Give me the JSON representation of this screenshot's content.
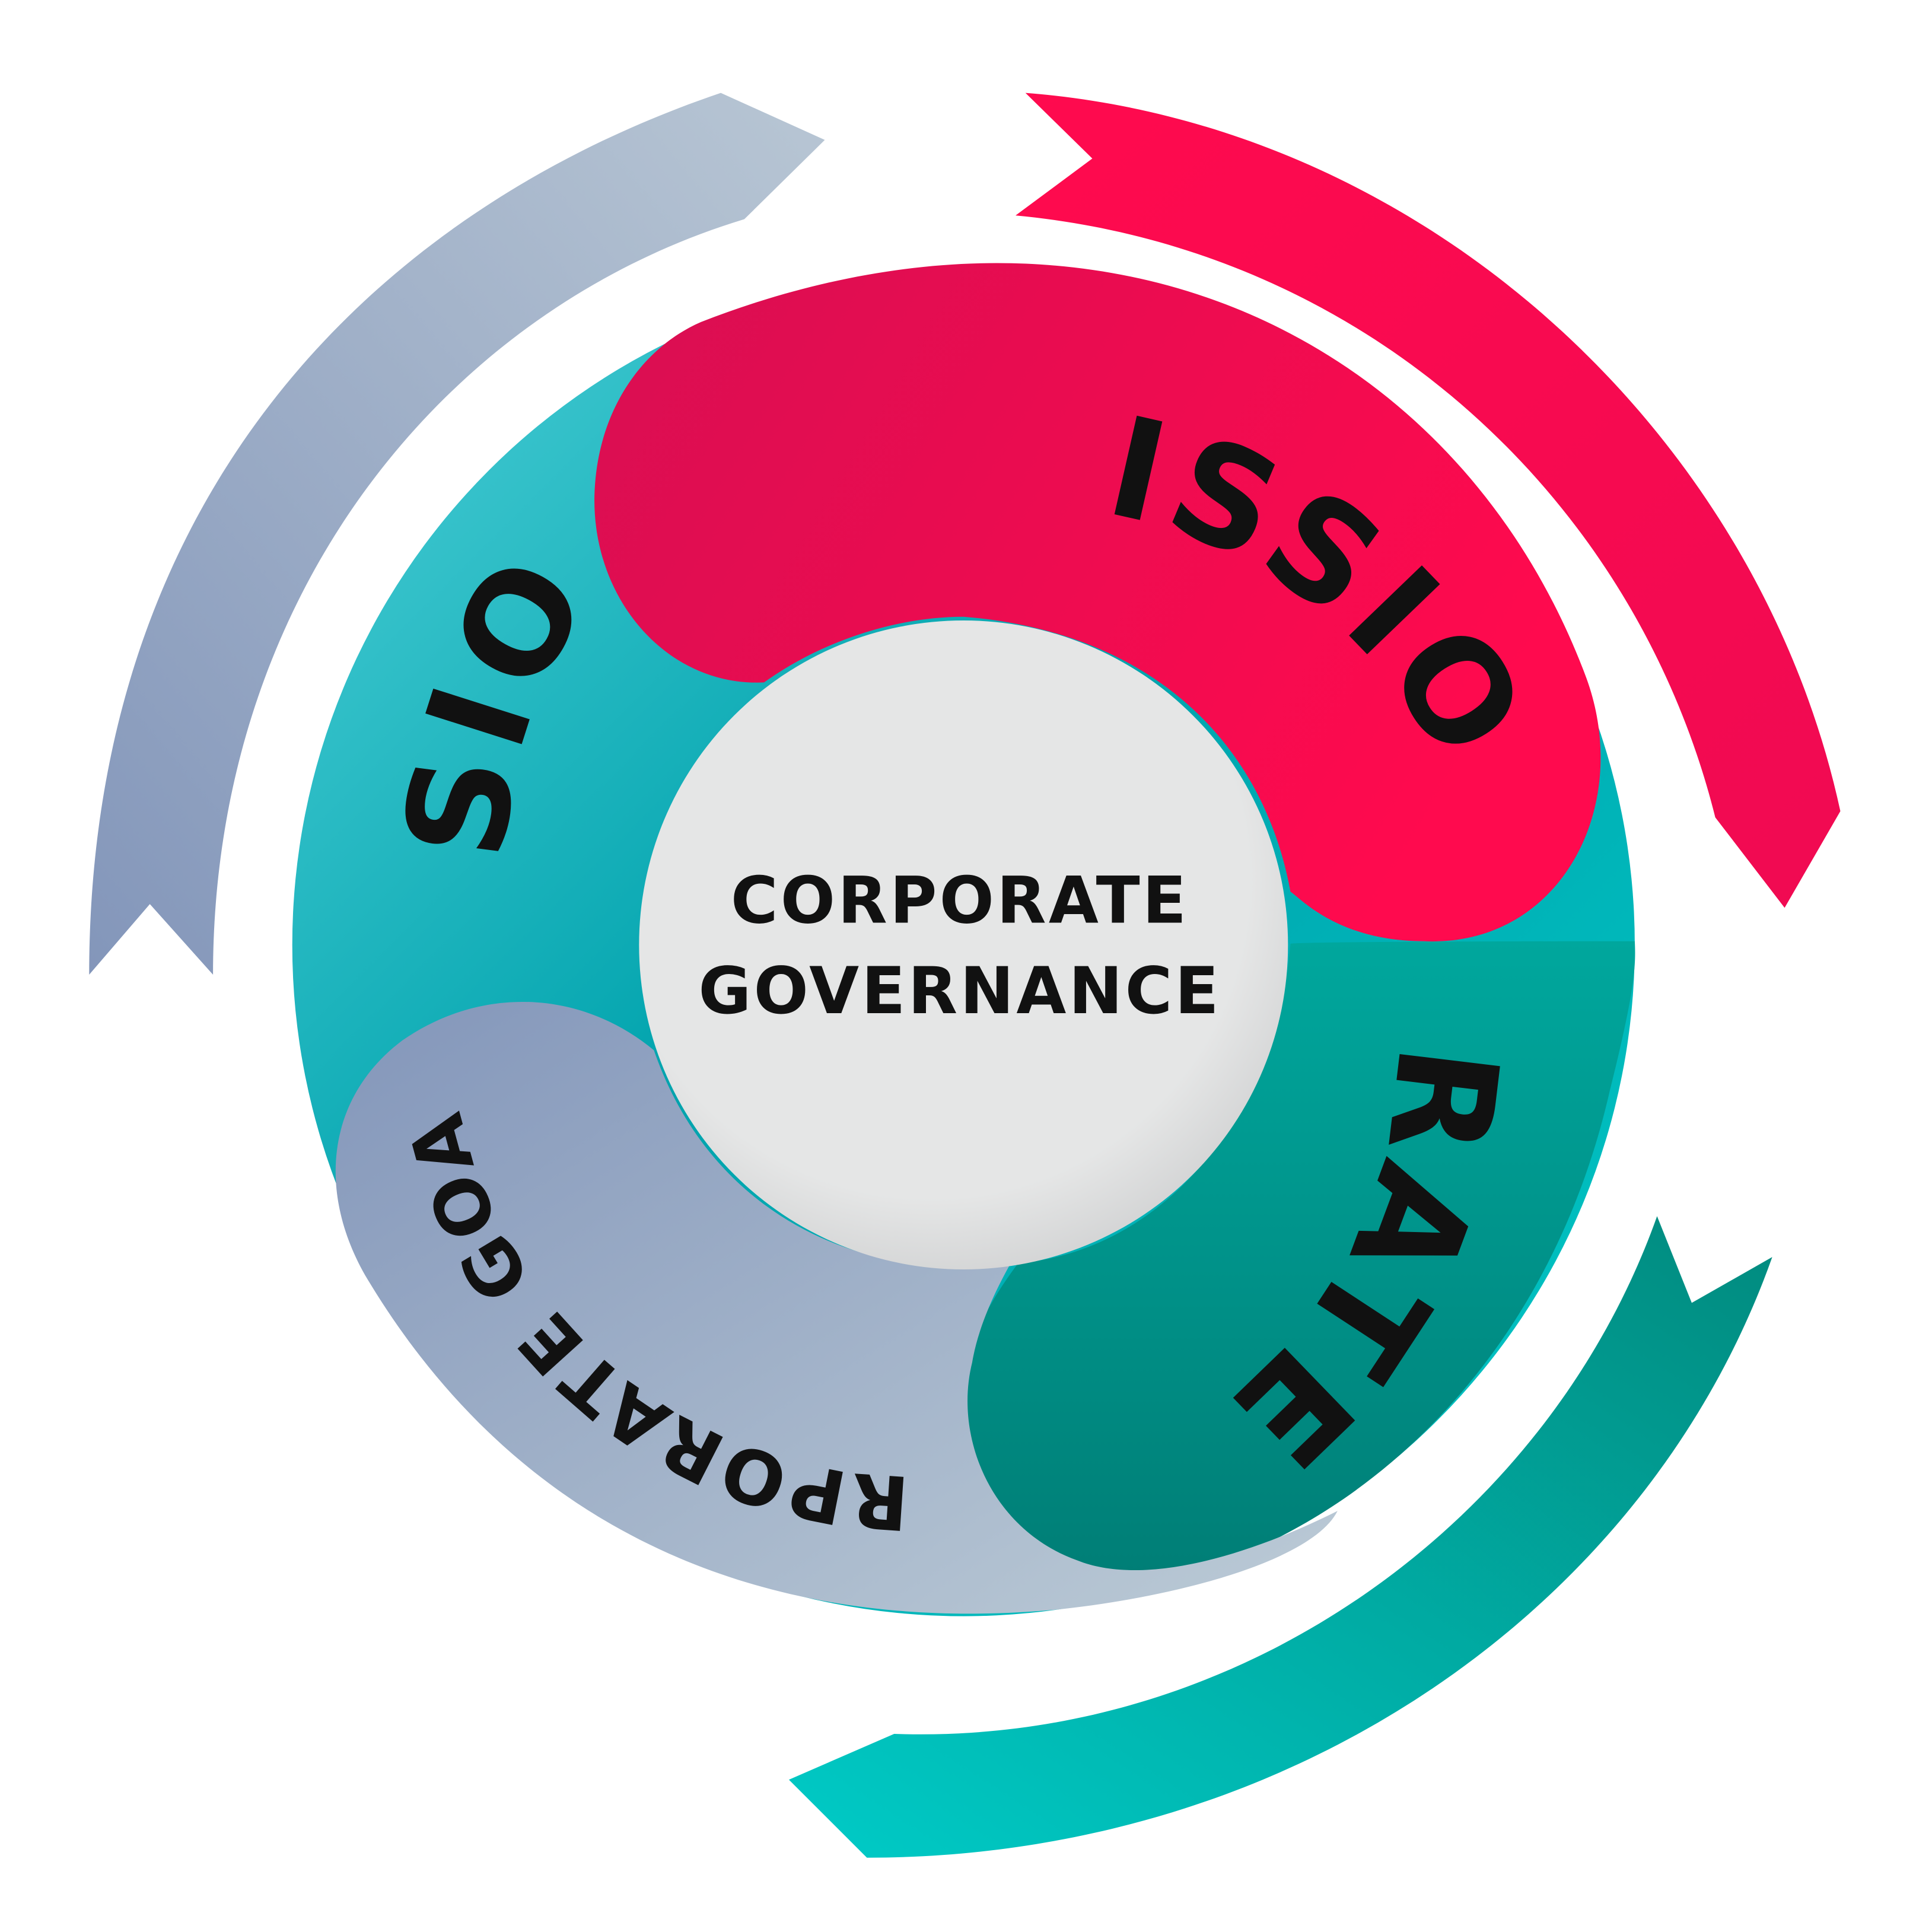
{
  "center": {
    "line1": "CORPORATE",
    "line2": "GOVERNANCE"
  },
  "segments": {
    "mission": "MISSION",
    "strategy": "STRATEGY",
    "goals": "CORPORATE GOALS",
    "vision": "VISION"
  },
  "colors": {
    "mission": "#ff0a4e",
    "strategy": "#00c8c4",
    "teal_dark": "#008278",
    "goals": "#a7b8cc",
    "goals_dark": "#8396ba",
    "center": "#e4e5e5",
    "text": "#111111"
  }
}
